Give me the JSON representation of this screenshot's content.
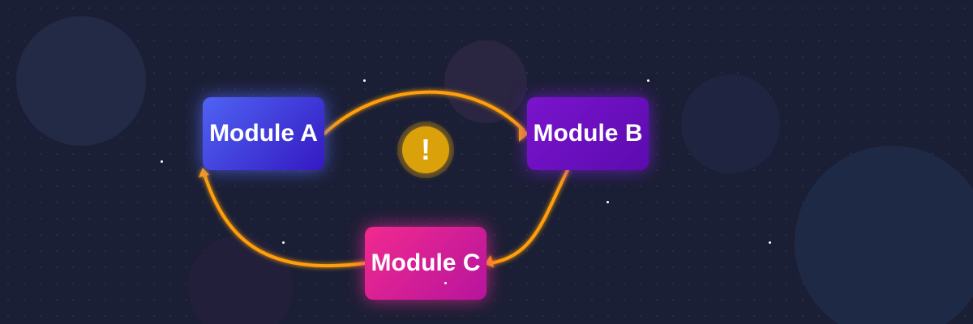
{
  "diagram": {
    "modules": [
      {
        "id": "a",
        "label": "Module A"
      },
      {
        "id": "b",
        "label": "Module B"
      },
      {
        "id": "c",
        "label": "Module C"
      }
    ],
    "edges": [
      {
        "from": "Module A",
        "to": "Module B"
      },
      {
        "from": "Module B",
        "to": "Module C"
      },
      {
        "from": "Module C",
        "to": "Module A"
      }
    ],
    "warning": {
      "symbol": "!",
      "icon": "exclamation-warning-icon"
    }
  },
  "colors": {
    "background": "#1b1f35",
    "module_a": "#4f63f3",
    "module_b": "#7a14cc",
    "module_c": "#f22a8e",
    "edge": "#ff9f0a",
    "warning": "#daa10a"
  }
}
